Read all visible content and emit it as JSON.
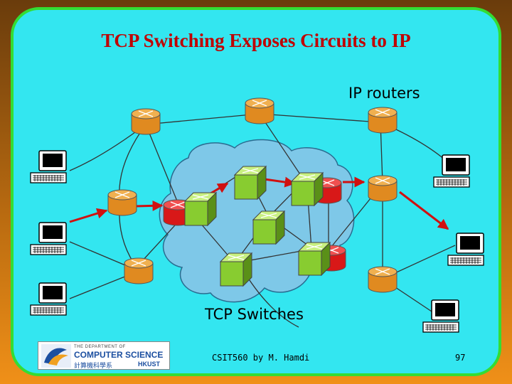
{
  "title": "TCP Switching Exposes Circuits to IP",
  "labels": {
    "ip_routers": "IP routers",
    "tcp_switches": "TCP Switches"
  },
  "footer": {
    "course": "CSIT560 by M. Hamdi",
    "page": "97"
  },
  "logo": {
    "line1": "THE DEPARTMENT OF",
    "line2": "COMPUTER SCIENCE",
    "line3": "計算機科學系",
    "line4": "HKUST"
  },
  "colors": {
    "background_outer": "#7a4a10",
    "panel_fill": "#33e6f0",
    "panel_border": "#33dd33",
    "title": "#c00000",
    "router": "#f0a030",
    "circuit_router": "#e01818",
    "tcp_switch": "#88cc30",
    "cloud": "#7ec8e8",
    "red_link": "#d01010"
  },
  "icons": [
    "router-icon",
    "circuit-router-icon",
    "tcp-switch-icon",
    "computer-icon",
    "cloud-shape",
    "hkust-logo"
  ]
}
